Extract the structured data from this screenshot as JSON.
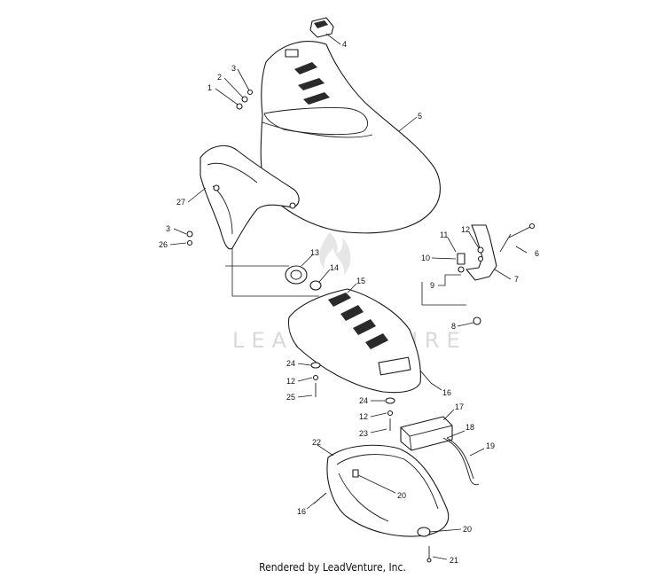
{
  "watermark": {
    "text": "LEADVENTURE"
  },
  "footer": {
    "text": "Rendered by LeadVenture, Inc."
  },
  "callouts": [
    {
      "id": "c1",
      "label": "1"
    },
    {
      "id": "c2",
      "label": "2"
    },
    {
      "id": "c3a",
      "label": "3"
    },
    {
      "id": "c4",
      "label": "4"
    },
    {
      "id": "c5",
      "label": "5"
    },
    {
      "id": "c27",
      "label": "27"
    },
    {
      "id": "c3b",
      "label": "3"
    },
    {
      "id": "c26",
      "label": "26"
    },
    {
      "id": "c11",
      "label": "11"
    },
    {
      "id": "c12a",
      "label": "12"
    },
    {
      "id": "c6",
      "label": "6"
    },
    {
      "id": "c10",
      "label": "10"
    },
    {
      "id": "c9",
      "label": "9"
    },
    {
      "id": "c7",
      "label": "7"
    },
    {
      "id": "c8",
      "label": "8"
    },
    {
      "id": "c13",
      "label": "13"
    },
    {
      "id": "c14",
      "label": "14"
    },
    {
      "id": "c15",
      "label": "15"
    },
    {
      "id": "c24a",
      "label": "24"
    },
    {
      "id": "c12b",
      "label": "12"
    },
    {
      "id": "c25",
      "label": "25"
    },
    {
      "id": "c16a",
      "label": "16"
    },
    {
      "id": "c24b",
      "label": "24"
    },
    {
      "id": "c12c",
      "label": "12"
    },
    {
      "id": "c23",
      "label": "23"
    },
    {
      "id": "c17",
      "label": "17"
    },
    {
      "id": "c18",
      "label": "18"
    },
    {
      "id": "c19",
      "label": "19"
    },
    {
      "id": "c22",
      "label": "22"
    },
    {
      "id": "c20a",
      "label": "20"
    },
    {
      "id": "c16b",
      "label": "16"
    },
    {
      "id": "c20b",
      "label": "20"
    },
    {
      "id": "c21",
      "label": "21"
    }
  ]
}
